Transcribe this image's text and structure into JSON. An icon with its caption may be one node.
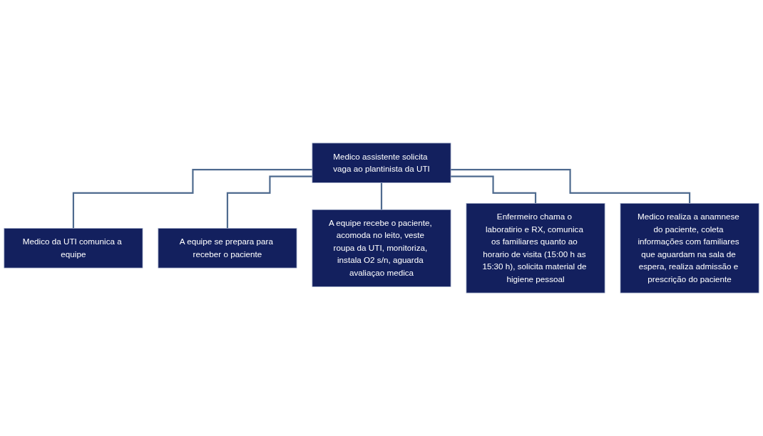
{
  "diagram": {
    "nodes": [
      {
        "text": [
          "Medico assistente solicita vaga ao plantinista da UTI"
        ]
      },
      {
        "text": [
          "Medico da UTI comunica a equipe"
        ]
      },
      {
        "text": [
          "A equipe se prepara para receber o paciente"
        ]
      },
      {
        "text": [
          "A equipe recebe o paciente, acomoda no leito, veste roupa da UTI, monitoriza, instala O2 s/n, aguarda avaliaçao medica"
        ]
      },
      {
        "text": [
          "Enfermeiro chama o laboratirio e RX, comunica os familiares quanto ao horario de visita (15:00 h as 15:30 h), solicita material de higiene pessoal"
        ]
      },
      {
        "text": [
          "Medico realiza a anamnese do paciente, coleta informações com familiares que aguardam na sala de espera, realiza admissão e prescrição do paciente"
        ]
      }
    ],
    "edges": [
      {
        "from": 0,
        "to": 1,
        "arrow": "none"
      },
      {
        "from": 0,
        "to": 2,
        "arrow": "none"
      },
      {
        "from": 0,
        "to": 3,
        "arrow": "none"
      },
      {
        "from": 0,
        "to": 4,
        "arrow": "none"
      },
      {
        "from": 0,
        "to": 5,
        "arrow": "none"
      }
    ]
  }
}
